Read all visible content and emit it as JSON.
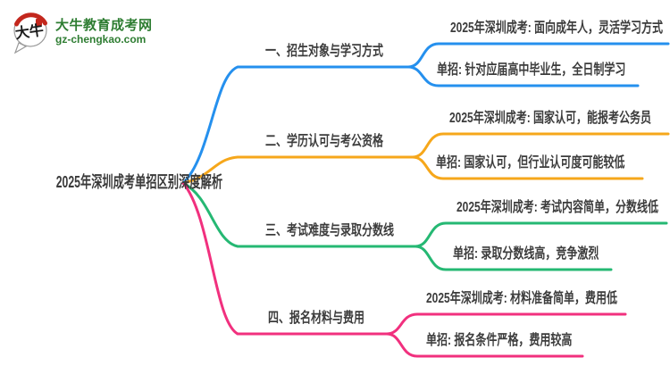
{
  "page": {
    "background": "#ffffff"
  },
  "logo": {
    "icon_text": "大牛",
    "site_name": "大牛教育成考网",
    "site_url": "gz-chengkao.com",
    "brand_green": "#2e7d32",
    "seal_red": "#c3271d"
  },
  "central": {
    "label": "2025年深圳成考单招区别深度解析"
  },
  "branches": [
    {
      "label": "一、招生对象与学习方式",
      "color": "#2590ee",
      "children": [
        {
          "label": "2025年深圳成考: 面向成年人，灵活学习方式"
        },
        {
          "label": "单招: 针对应届高中毕业生，全日制学习"
        }
      ]
    },
    {
      "label": "二、学历认可与考公资格",
      "color": "#f6a71b",
      "children": [
        {
          "label": "2025年深圳成考: 国家认可，能报考公务员"
        },
        {
          "label": "单招: 国家认可，但行业认可度可能较低"
        }
      ]
    },
    {
      "label": "三、考试难度与录取分数线",
      "color": "#25b873",
      "children": [
        {
          "label": "2025年深圳成考: 考试内容简单，分数线低"
        },
        {
          "label": "单招: 录取分数线高，竞争激烈"
        }
      ]
    },
    {
      "label": "四、报名材料与费用",
      "color": "#f1307e",
      "children": [
        {
          "label": "2025年深圳成考: 材料准备简单，费用低"
        },
        {
          "label": "单招: 报名条件严格，费用较高"
        }
      ]
    }
  ]
}
